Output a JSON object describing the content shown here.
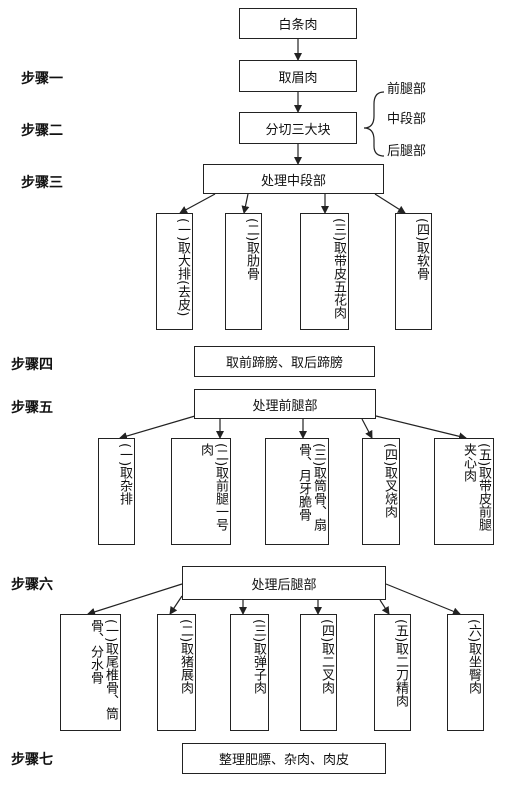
{
  "steps": [
    "步骤一",
    "步骤二",
    "步骤三",
    "步骤四",
    "步骤五",
    "步骤六",
    "步骤七"
  ],
  "nodes": {
    "root": "白条肉",
    "s1": "取眉肉",
    "s2": "分切三大块",
    "s3": "处理中段部",
    "s4": "取前蹄膀、取后蹄膀",
    "s5": "处理前腿部",
    "s6": "处理后腿部",
    "s7": "整理肥膘、杂肉、肉皮"
  },
  "parts": [
    "前腿部",
    "中段部",
    "后腿部"
  ],
  "mid_items": [
    "(一)取大排(去皮)",
    "(二)取肋骨",
    "(三)取带皮五花肉",
    "(四)取软骨"
  ],
  "front_items": [
    "(一)取杂排",
    "(二)取前腿一号肉",
    "(三)取筒骨、扇骨、月牙脆骨",
    "(四)取叉烧肉",
    "(五)取带皮前腿夹心肉"
  ],
  "rear_items": [
    "(一)取尾椎骨、筒骨、分水骨",
    "(二)取猪展肉",
    "(三)取弹子肉",
    "(四)取二叉肉",
    "(五)取二刀精肉",
    "(六)取坐臀肉"
  ]
}
